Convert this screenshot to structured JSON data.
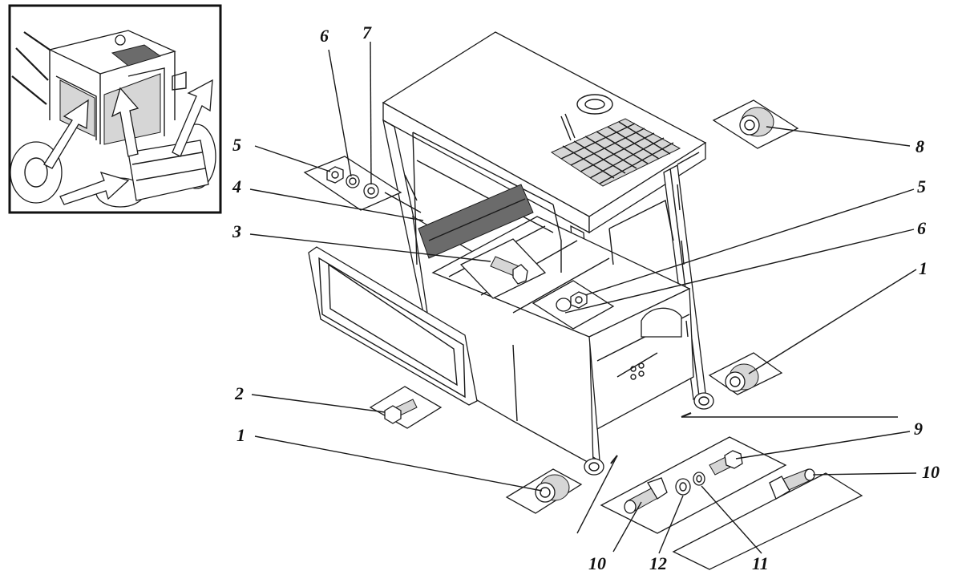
{
  "callouts": [
    {
      "id": "c5a",
      "label": "5"
    },
    {
      "id": "c6a",
      "label": "6"
    },
    {
      "id": "c7",
      "label": "7"
    },
    {
      "id": "c4",
      "label": "4"
    },
    {
      "id": "c3",
      "label": "3"
    },
    {
      "id": "c2",
      "label": "2"
    },
    {
      "id": "c1a",
      "label": "1"
    },
    {
      "id": "c8",
      "label": "8"
    },
    {
      "id": "c5b",
      "label": "5"
    },
    {
      "id": "c6b",
      "label": "6"
    },
    {
      "id": "c1b",
      "label": "1"
    },
    {
      "id": "c9",
      "label": "9"
    },
    {
      "id": "c10a",
      "label": "10"
    },
    {
      "id": "c10b",
      "label": "10"
    },
    {
      "id": "c12",
      "label": "12"
    },
    {
      "id": "c11",
      "label": "11"
    }
  ]
}
